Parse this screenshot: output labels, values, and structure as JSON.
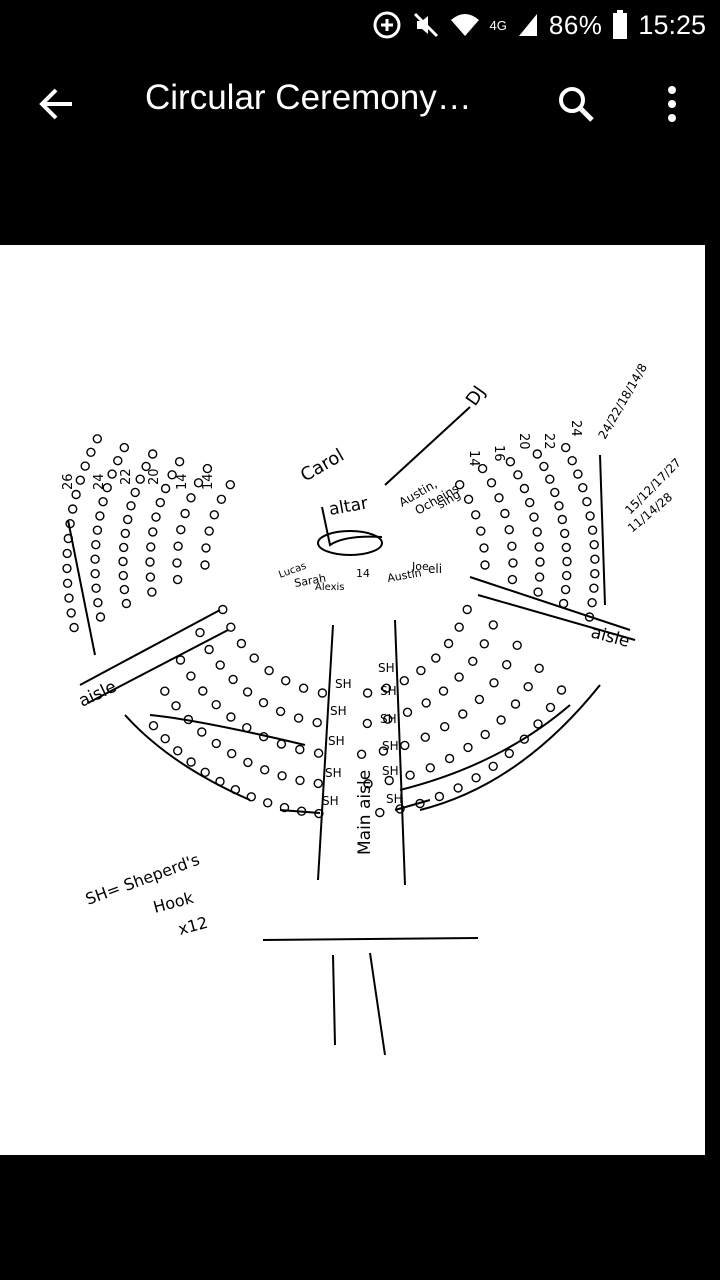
{
  "status_bar": {
    "network": "4G",
    "battery_percent": "86%",
    "time": "15:25"
  },
  "app_bar": {
    "title": "Circular Ceremony…",
    "back_icon": "arrow-back-icon",
    "search_icon": "search-icon",
    "more_icon": "more-vert-icon"
  },
  "sketch": {
    "labels": {
      "carol": "Carol",
      "altar": "altar",
      "dj": "DJ",
      "austin": "Austin,",
      "ocheins": "Ocheins",
      "sing": "sing",
      "lucas": "Lucas",
      "sarah": "Sarah",
      "alexis": "Alexis",
      "fourteen_mid": "14",
      "joe": "Joe",
      "austin2": "Austin",
      "eli": "eli",
      "aisle_left": "aisle",
      "aisle_right": "aisle",
      "main_aisle": "Main aisle",
      "sh": "SH",
      "legend_line1": "SH= Sheperd's",
      "legend_line2": "Hook",
      "legend_line3": "x12"
    },
    "left_rows": [
      "14",
      "14",
      "20",
      "22",
      "24",
      "26"
    ],
    "right_rows": [
      "14",
      "16",
      "20",
      "22",
      "24"
    ],
    "right_notes": [
      "24/22/18/14/8",
      "15/12/17/27",
      "11/14/28"
    ]
  }
}
